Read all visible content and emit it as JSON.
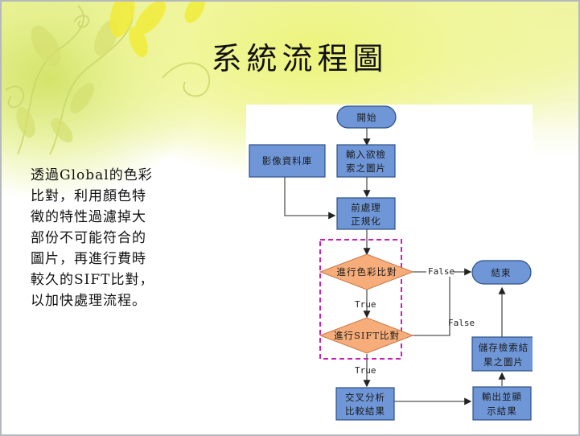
{
  "slide": {
    "title": "系統流程圖",
    "description_lines": [
      "透過Global的色彩",
      "比對，利用顏色特",
      "徵的特性過濾掉大",
      "部份不可能符合的",
      "圖片，再進行費時",
      "較久的SIFT比對，",
      "以加快處理流程。"
    ]
  },
  "flowchart": {
    "colors": {
      "process_fill": "#6f97d8",
      "process_stroke": "#2d4f85",
      "decision_fill": "#f6ad7a",
      "decision_stroke": "#c9794a",
      "highlight_dash": "#c81fb4",
      "line": "#555555"
    },
    "nodes": {
      "start": "開始",
      "input_line1": "輸入欲檢",
      "input_line2": "索之圖片",
      "database": "影像資料庫",
      "preprocess_line1": "前處理",
      "preprocess_line2": "正規化",
      "color_compare": "進行色彩比對",
      "sift_compare": "進行SIFT比對",
      "cross_line1": "交叉分析",
      "cross_line2": "比較結果",
      "output_line1": "輸出並顯",
      "output_line2": "示結果",
      "store_line1": "儲存檢索結",
      "store_line2": "果之圖片",
      "end": "結束"
    },
    "edge_labels": {
      "color_false": "False",
      "color_true": "True",
      "sift_false": "False",
      "sift_true": "True"
    }
  }
}
